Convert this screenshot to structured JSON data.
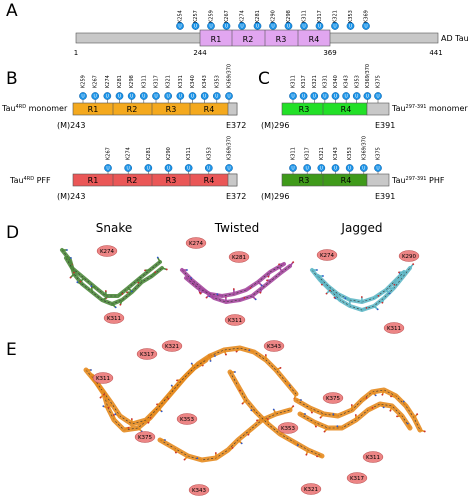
{
  "panels": {
    "A": {
      "letter": "A",
      "construct_label": "AD Tau",
      "start": "1",
      "end": "441",
      "boundary_left": "244",
      "boundary_right": "369",
      "repeats": [
        "R1",
        "R2",
        "R3",
        "R4"
      ],
      "ubiquitin_sites": [
        "K254",
        "K257",
        "K259",
        "K267",
        "K274",
        "K281",
        "K290",
        "K298",
        "K311",
        "K317",
        "K321",
        "K353",
        "K369"
      ],
      "ub_symbol": "U",
      "colors": {
        "backbone": "#c8c8c8",
        "repeats": "#e1a6f0"
      }
    },
    "B": {
      "letter": "B",
      "monomer": {
        "label_main": "Tau",
        "label_sup": "4RD",
        "label_suffix": " monomer",
        "start": "(M)243",
        "end": "E372",
        "repeats": [
          "R1",
          "R2",
          "R3",
          "R4"
        ],
        "sites": [
          "K259",
          "K267",
          "K274",
          "K281",
          "K298",
          "K311",
          "K317",
          "K321",
          "K331",
          "K340",
          "K343",
          "K353",
          "K369/370"
        ],
        "color": "#f4a91e"
      },
      "pff": {
        "label_main": "Tau",
        "label_sup": "4RD",
        "label_suffix": " PFF",
        "start": "(M)243",
        "end": "E372",
        "repeats": [
          "R1",
          "R2",
          "R3",
          "R4"
        ],
        "sites": [
          "K267",
          "K274",
          "K281",
          "K290",
          "K311",
          "K353",
          "K369/370"
        ],
        "color": "#ea5757"
      }
    },
    "C": {
      "letter": "C",
      "monomer": {
        "label_main": "Tau",
        "label_sup": "297-391",
        "label_suffix": " monomer",
        "start": "(M)296",
        "end": "E391",
        "repeats": [
          "R3",
          "R4"
        ],
        "sites": [
          "K311",
          "K317",
          "K321",
          "K331",
          "K340",
          "K343",
          "K353",
          "K369/370",
          "K375"
        ],
        "color": "#22e027"
      },
      "phf": {
        "label_main": "Tau",
        "label_sup": "297-391",
        "label_suffix": " PHF",
        "start": "(M)296",
        "end": "E391",
        "repeats": [
          "R3",
          "R4"
        ],
        "sites": [
          "K311",
          "K317",
          "K321",
          "K343",
          "K353",
          "K369/370",
          "K375"
        ],
        "color": "#3f9a1a"
      }
    },
    "D": {
      "letter": "D",
      "structures": [
        {
          "title": "Snake",
          "labels": [
            "K274",
            "K311"
          ],
          "color": "#4e8a3c"
        },
        {
          "title": "Twisted",
          "labels": [
            "K274",
            "K281",
            "K311"
          ],
          "color": "#a5489f"
        },
        {
          "title": "Jagged",
          "labels": [
            "K274",
            "K290",
            "K311"
          ],
          "color": "#5fb8c6"
        }
      ]
    },
    "E": {
      "letter": "E",
      "labels": [
        "K321",
        "K343",
        "K317",
        "K311",
        "K375",
        "K353",
        "K375",
        "K353",
        "K311",
        "K317",
        "K321",
        "K343"
      ],
      "color": "#e58b1f"
    }
  }
}
